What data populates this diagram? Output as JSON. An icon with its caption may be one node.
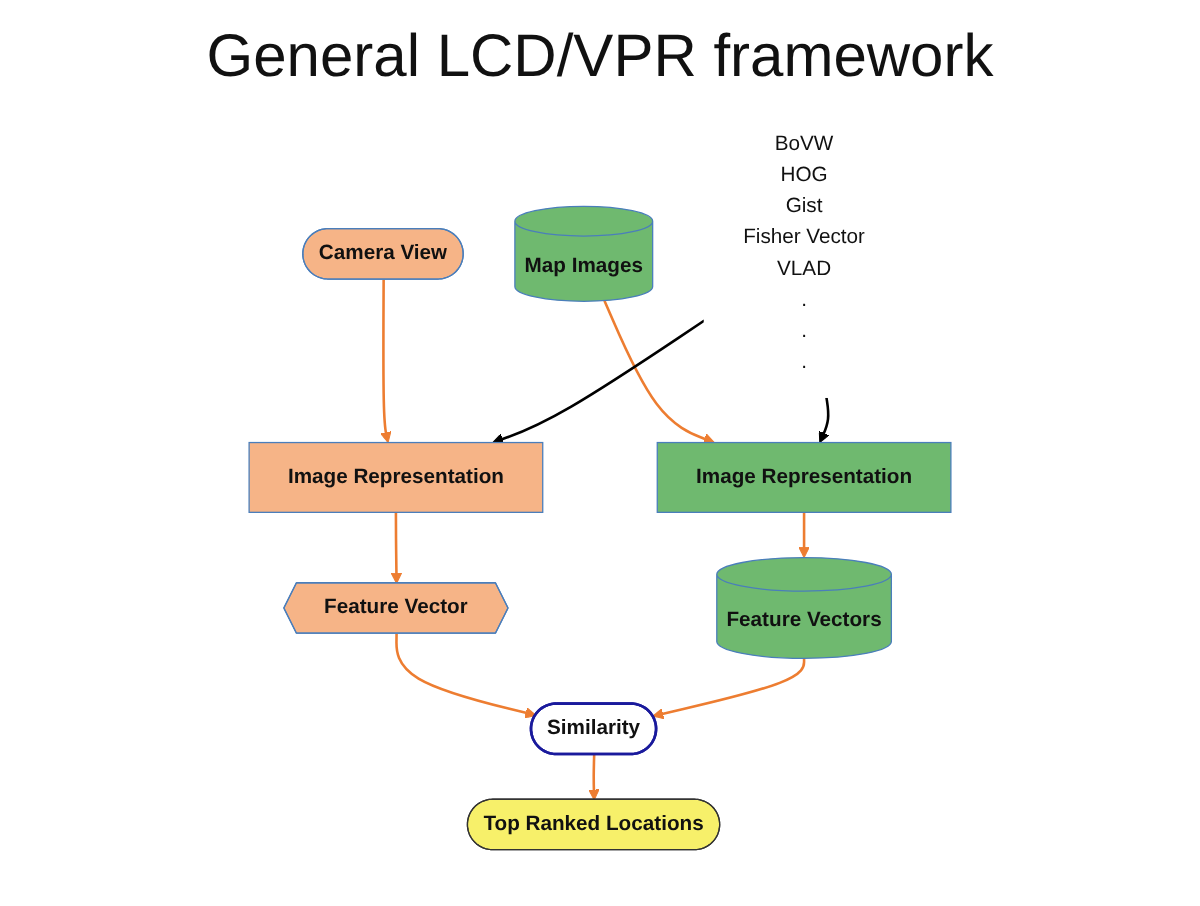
{
  "diagram": {
    "title": "General LCD/VPR framework",
    "nodes": [
      {
        "text": [
          "Camera View"
        ]
      },
      {
        "text": [
          "Map Images"
        ]
      },
      {
        "text": [
          "Image Representation"
        ]
      },
      {
        "text": [
          "BoVW",
          "HOG",
          "Gist",
          "Fisher Vector",
          "VLAD",
          ".",
          ".",
          "."
        ]
      },
      {
        "text": [
          "Image Representation"
        ]
      },
      {
        "text": [
          "Feature Vector"
        ]
      },
      {
        "text": [
          "Similarity"
        ]
      },
      {
        "text": [
          "Feature Vectors"
        ]
      },
      {
        "text": [
          "Top Ranked Locations"
        ]
      }
    ],
    "edges": [
      {
        "from": 0,
        "to": 2,
        "arrow": "to"
      },
      {
        "from": 1,
        "to": 4,
        "arrow": "to"
      },
      {
        "from": 3,
        "to": 2,
        "arrow": "to",
        "color": "#000000"
      },
      {
        "from": 3,
        "to": 4,
        "arrow": "to",
        "color": "#000000"
      },
      {
        "from": 2,
        "to": 5,
        "arrow": "to"
      },
      {
        "from": 4,
        "to": 7,
        "arrow": "to"
      },
      {
        "from": 5,
        "to": 6,
        "arrow": "to"
      },
      {
        "from": 7,
        "to": 6,
        "arrow": "to"
      },
      {
        "from": 6,
        "to": 8,
        "arrow": "to"
      }
    ]
  }
}
